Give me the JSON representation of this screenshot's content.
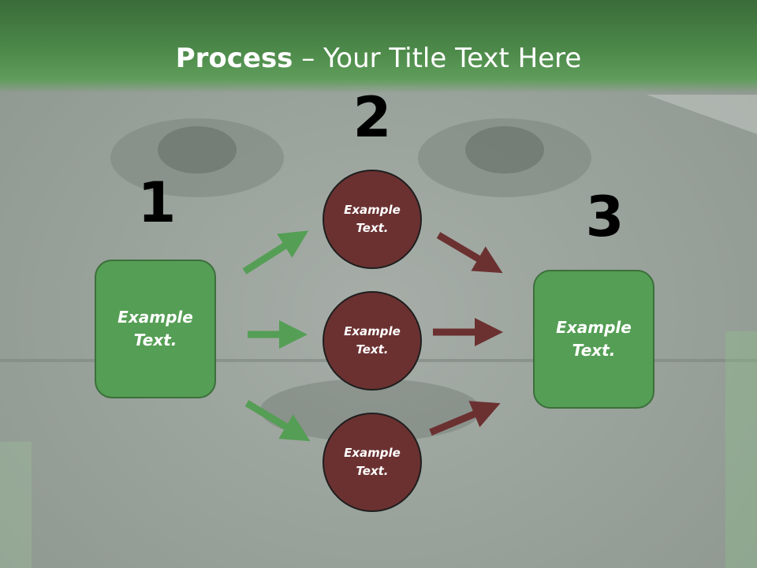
{
  "slide": {
    "title_bold": "Process",
    "title_rest": " – Your Title Text Here"
  },
  "steps": {
    "one": "1",
    "two": "2",
    "three": "3"
  },
  "boxes": {
    "left": [
      "Example",
      "Text."
    ],
    "right": [
      "Example",
      "Text."
    ]
  },
  "circles": [
    [
      "Example",
      "Text."
    ],
    [
      "Example",
      "Text."
    ],
    [
      "Example",
      "Text."
    ]
  ],
  "colors": {
    "banner": "#4d8a4a",
    "box_fill": "#559e55",
    "circle_fill": "#6b3131",
    "arrow_green": "#559e55",
    "arrow_red": "#6b3131"
  }
}
